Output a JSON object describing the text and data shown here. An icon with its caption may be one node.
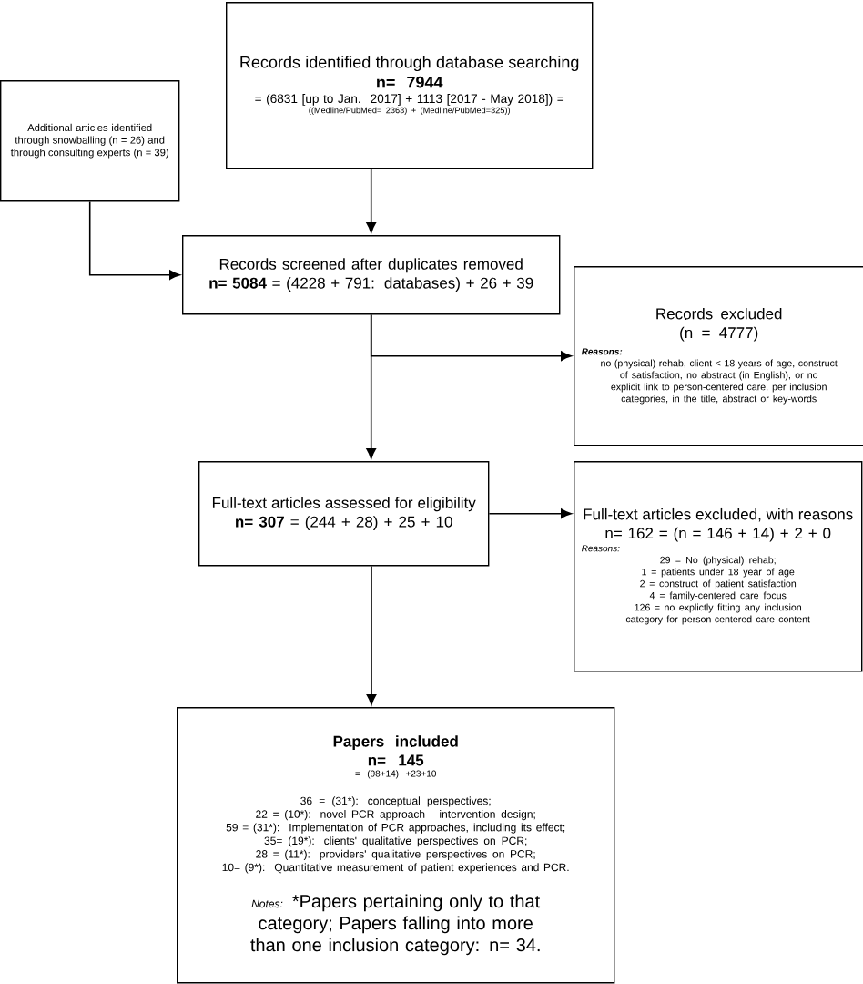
{
  "diagram": {
    "nodes": [
      {
        "text": [
          "Records identified through database searching",
          "n= 7944",
          "= (6831 [up to Jan. 2017] + 1113 [2017 - May 2018]) =",
          "((Medline/PubMed= 2363) + (Medline/PubMed=325))"
        ]
      },
      {
        "text": [
          "Additional articles identified through snowballing (n = 26) and through consulting experts (n = 39)"
        ]
      },
      {
        "text": [
          "Records screened after duplicates removed",
          "**n= 5084** = (4228 + 791: databases) + 26 + 39"
        ]
      },
      {
        "text": [
          "Records excluded",
          "(n = 4777)",
          "Reasons:",
          "no (physical) rehab, client < 18 years of age, construct of satisfaction, no abstract (in English), or no explicit link to person-centered care, per inclusion categories, in the title, abstract or key-words"
        ]
      },
      {
        "text": [
          "Full-text articles assessed for eligibility",
          "**n= 307** = (244 + 28) + 25 + 10"
        ]
      },
      {
        "text": [
          "Full-text articles excluded, with reasons",
          "n= 162 = (n = 146 + 14) + 2 + 0",
          "Reasons:",
          "29 = No (physical) rehab;",
          "1 = patients under 18 year of age",
          "2 = construct of patient satisfaction",
          "4 = family-centered care focus",
          "126 = no explictly fitting any inclusion category for person-centered care content"
        ]
      },
      {
        "text": [
          "Papers included",
          "n= 145",
          "= (98+14) +23+10",
          "36 = (31*): conceptual perspectives;",
          "22 = (10*):  novel PCR approach - intervention design;",
          "59 = (31*): Implementation of PCR approaches, including its effect;",
          "35= (19*): clients' qualitative perspectives on PCR;",
          "28 = (11*): providers' qualitative perspectives on PCR;",
          "10= (9*): Quantitative measurement of patient experiences and PCR.",
          "Notes:",
          "*Papers pertaining only to that category; Papers falling into more than one inclusion category: n= 34."
        ]
      }
    ],
    "edges": [
      {
        "from": 0,
        "to": 2,
        "arrow": "to"
      },
      {
        "from": 1,
        "to": 2,
        "arrow": "to"
      },
      {
        "from": 2,
        "to": 4,
        "arrow": "to"
      },
      {
        "from": 2,
        "to": 3,
        "arrow": "to"
      },
      {
        "from": 4,
        "to": 6,
        "arrow": "to"
      },
      {
        "from": 4,
        "to": 5,
        "arrow": "to"
      }
    ]
  }
}
